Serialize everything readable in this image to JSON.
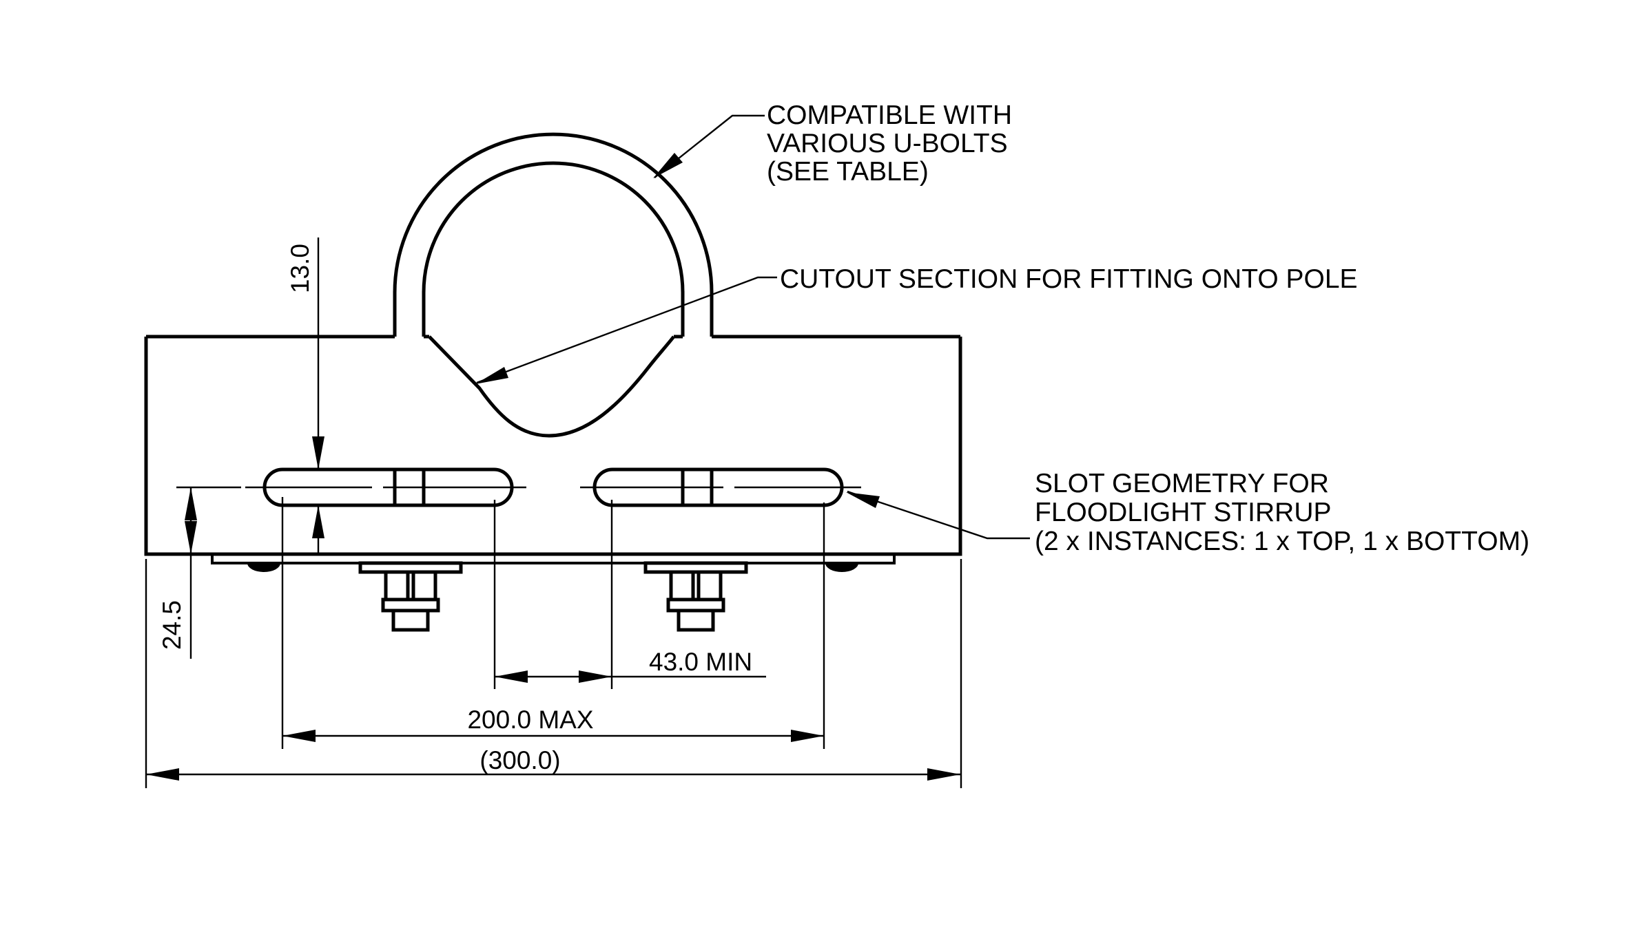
{
  "drawing": {
    "type": "engineering-dimension-drawing",
    "colors": {
      "line": "#000000",
      "background": "#ffffff"
    },
    "annotations": {
      "u_bolt_note": {
        "lines": [
          "COMPATIBLE WITH",
          "VARIOUS U-BOLTS",
          "(SEE TABLE)"
        ]
      },
      "cutout_note": {
        "lines": [
          "CUTOUT SECTION FOR FITTING ONTO POLE"
        ]
      },
      "slot_note": {
        "lines": [
          "SLOT GEOMETRY FOR",
          "FLOODLIGHT STIRRUP",
          "(2 x INSTANCES: 1 x TOP, 1 x BOTTOM)"
        ]
      }
    },
    "dimensions": {
      "slot_height": "13.0",
      "slot_center_to_base": "24.5",
      "u_bolt_spacing_min": "43.0 MIN",
      "slot_span_max": "200.0 MAX",
      "overall_width": "(300.0)"
    }
  }
}
